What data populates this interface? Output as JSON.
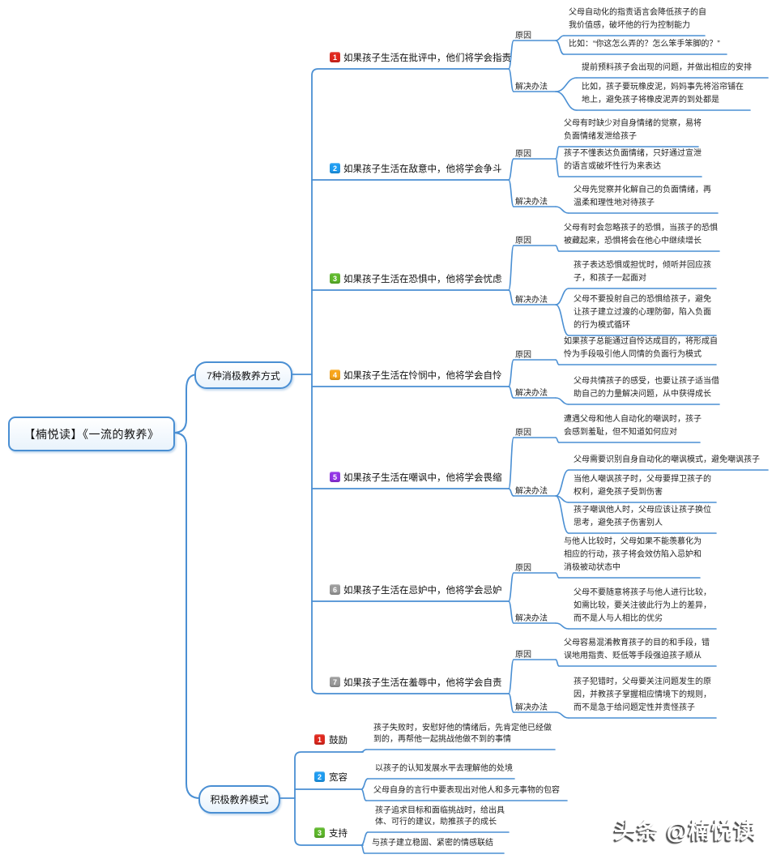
{
  "root": {
    "title": "【楠悦读】《一流的教养》"
  },
  "branches": {
    "negative": {
      "title": "7种消极教养方式",
      "reason_label": "原因",
      "solution_label": "解决办法",
      "items": [
        {
          "num": "1",
          "color": "red",
          "label": "如果孩子生活在批评中，他们将学会指责",
          "reasons": [
            [
              "父母自动化的指责语言会降低孩子的自",
              "我价值感，破坏他的行为控制能力"
            ],
            [
              "比如：“你这怎么弄的？怎么笨手笨脚的？”"
            ]
          ],
          "solutions": [
            [
              "提前预料孩子会出现的问题，并做出相应的安排"
            ],
            [
              "比如，孩子要玩橡皮泥，妈妈事先将浴帘铺在",
              "地上，避免孩子将橡皮泥弄的到处都是"
            ]
          ]
        },
        {
          "num": "2",
          "color": "blue",
          "label": "如果孩子生活在敌意中，他将学会争斗",
          "reasons": [
            [
              "父母有时缺少对自身情绪的觉察，易将",
              "负面情绪发泄给孩子"
            ],
            [
              "孩子不懂表达负面情绪，只好通过宣泄",
              "的语言或破坏性行为来表达"
            ]
          ],
          "solutions": [
            [
              "父母先觉察并化解自己的负面情绪，再",
              "温柔和理性地对待孩子"
            ]
          ]
        },
        {
          "num": "3",
          "color": "green",
          "label": "如果孩子生活在恐惧中，他将学会忧虑",
          "reasons": [
            [
              "父母有时会忽略孩子的恐惧，当孩子的恐惧",
              "被藏起来，恐惧将会在他心中继续增长"
            ]
          ],
          "solutions": [
            [
              "孩子表达恐惧或担忧时，倾听并回应孩",
              "子，和孩子一起面对"
            ],
            [
              "父母不要投射自己的恐惧给孩子，避免",
              "让孩子建立过渡的心理防御，陷入负面",
              "的行为模式循环"
            ]
          ]
        },
        {
          "num": "4",
          "color": "orange",
          "label": "如果孩子生活在怜悯中，他将学会自怜",
          "reasons": [
            [
              "如果孩子总能通过自怜达成目的，将形成自",
              "怜为手段吸引他人同情的负面行为模式"
            ]
          ],
          "solutions": [
            [
              "父母共情孩子的感受，也要让孩子适当借",
              "助自己的力量解决问题，从中获得成长"
            ]
          ]
        },
        {
          "num": "5",
          "color": "purple",
          "label": "如果孩子生活在嘲讽中，他将学会畏缩",
          "reasons": [
            [
              "遭遇父母和他人自动化的嘲讽时，孩子",
              "会感到羞耻，但不知道如何应对"
            ]
          ],
          "solutions": [
            [
              "父母需要识别自身自动化的嘲讽模式，避免嘲讽孩子"
            ],
            [
              "当他人嘲讽孩子时，父母要捍卫孩子的",
              "权利，避免孩子受到伤害"
            ],
            [
              "孩子嘲讽他人时，父母应该让孩子换位",
              "思考，避免孩子伤害别人"
            ]
          ]
        },
        {
          "num": "6",
          "color": "gray",
          "label": "如果孩子生活在忌妒中，他将学会忌妒",
          "reasons": [
            [
              "与他人比较时，父母如果不能羡慕化为",
              "相应的行动，孩子将会效仿陷入忌妒和",
              "消极被动状态中"
            ]
          ],
          "solutions": [
            [
              "父母不要随意将孩子与他人进行比较，",
              "如需比较，要关注彼此行为上的差异，",
              "而不是人与人相比的优劣"
            ]
          ]
        },
        {
          "num": "7",
          "color": "gray",
          "label": "如果孩子生活在羞辱中，他将学会自责",
          "reasons": [
            [
              "父母容易混淆教育孩子的目的和手段，错",
              "误地用指责、贬低等手段强迫孩子顺从"
            ]
          ],
          "solutions": [
            [
              "孩子犯错时，父母要关注问题发生的原",
              "因，并教孩子掌握相应情境下的规则，",
              "而不是急于给问题定性并责怪孩子"
            ]
          ]
        }
      ]
    },
    "positive": {
      "title": "积极教养模式",
      "items": [
        {
          "num": "1",
          "color": "red",
          "label": "鼓励",
          "points": [
            [
              "孩子失败时，安慰好他的情绪后，先肯定他已经做",
              "到的，再帮他一起挑战他做不到的事情"
            ]
          ]
        },
        {
          "num": "2",
          "color": "blue",
          "label": "宽容",
          "points": [
            [
              "以孩子的认知发展水平去理解他的处境"
            ],
            [
              "父母自身的言行中要表现出对他人和多元事物的包容"
            ]
          ]
        },
        {
          "num": "3",
          "color": "green",
          "label": "支持",
          "points": [
            [
              "孩子追求目标和面临挑战时，给出具",
              "体、可行的建议，助推孩子的成长"
            ],
            [
              "与孩子建立稳固、紧密的情感联结"
            ]
          ]
        }
      ]
    }
  },
  "watermark": "头条 @楠悦读",
  "colors": {
    "line": "#4a8fd3",
    "badge_red": "#e0281e",
    "badge_blue": "#1e9df2",
    "badge_green": "#5eb82b",
    "badge_orange": "#f9a61a",
    "badge_purple": "#9232e6",
    "badge_gray": "#9b9b9b"
  }
}
